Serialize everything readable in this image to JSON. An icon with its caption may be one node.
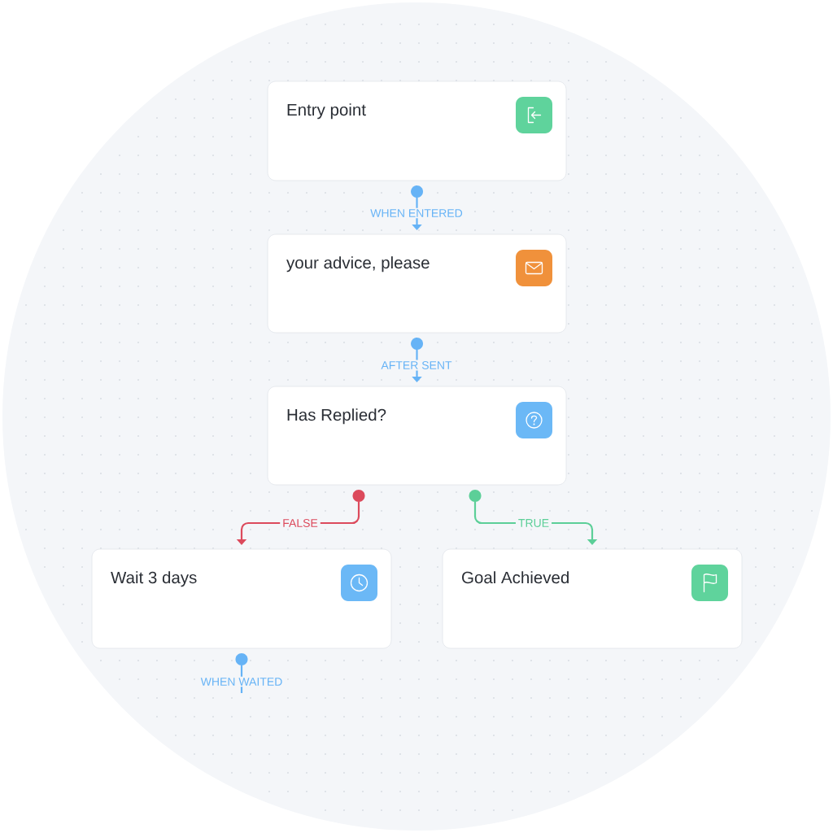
{
  "diagram": {
    "nodes": [
      {
        "text": [
          "Entry point"
        ]
      },
      {
        "text": [
          "your advice, please"
        ]
      },
      {
        "text": [
          "Has Replied?"
        ]
      },
      {
        "text": [
          "Wait 3 days"
        ]
      },
      {
        "text": [
          "Goal Achieved"
        ]
      }
    ],
    "edges": [
      {
        "from": 0,
        "to": 1,
        "arrow": "to",
        "label": "WHEN ENTERED"
      },
      {
        "from": 1,
        "to": 2,
        "arrow": "to",
        "label": "AFTER SENT"
      },
      {
        "from": 2,
        "to": 3,
        "arrow": "to",
        "label": "FALSE",
        "color": "#dc4a5c"
      },
      {
        "from": 2,
        "to": 4,
        "arrow": "to",
        "label": "TRUE",
        "color": "#5ccf98"
      },
      {
        "from": 3,
        "to": null,
        "arrow": "other",
        "label": "WHEN WAITED"
      }
    ]
  }
}
